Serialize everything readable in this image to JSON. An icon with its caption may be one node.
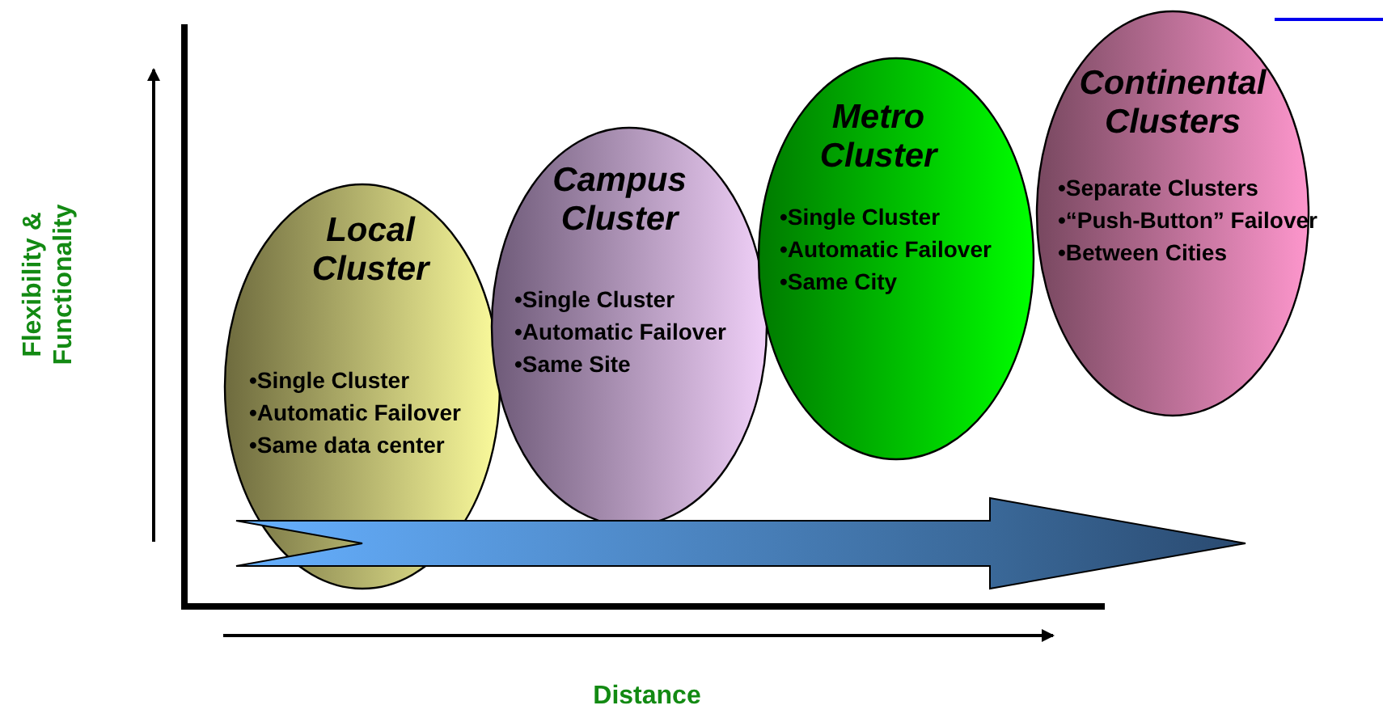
{
  "diagram": {
    "nodes": [
      {
        "text": [
          "Local Cluster",
          "•Single Cluster",
          "•Automatic Failover",
          "•Same data center"
        ]
      },
      {
        "text": [
          "Campus Cluster",
          "•Single Cluster",
          "•Automatic Failover",
          "•Same Site"
        ]
      },
      {
        "text": [
          "Metro Cluster",
          "•Single Cluster",
          "•Automatic Failover",
          "•Same City"
        ]
      },
      {
        "text": [
          "Continental Clusters",
          "•Separate Clusters",
          "•“Push-Button”  Failover",
          "•Between Cities"
        ]
      }
    ],
    "labels": [
      "Flexibility & Functionality",
      "Distance"
    ]
  }
}
